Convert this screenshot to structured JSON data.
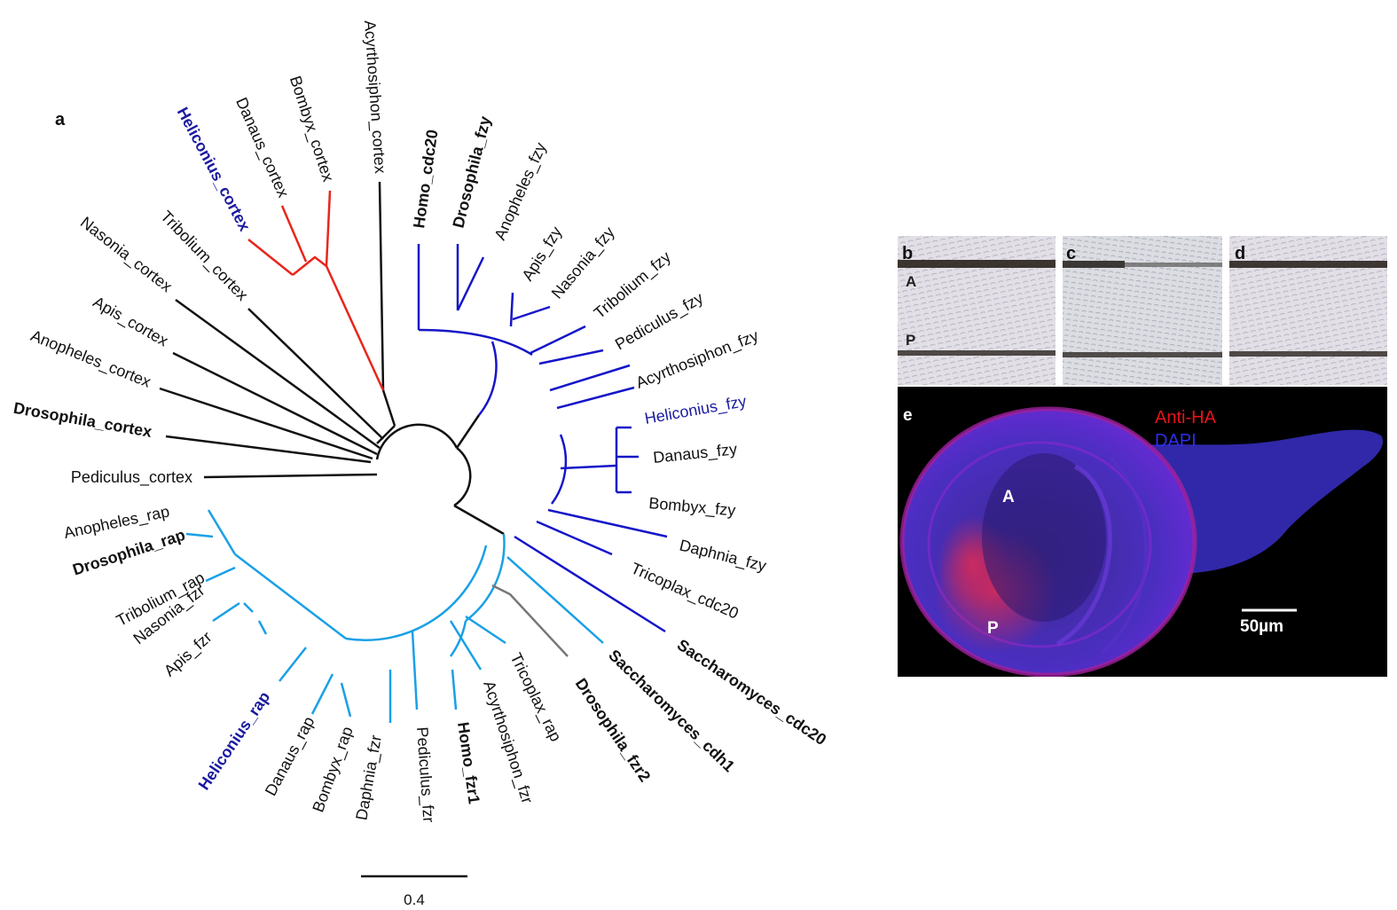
{
  "panels": {
    "a": "a",
    "b": "b",
    "c": "c",
    "d": "d",
    "e": "e"
  },
  "tree": {
    "scale_bar_label": "0.4",
    "clade_colors": {
      "cortex": "#111111",
      "lepidoptera_cortex": "#e8261c",
      "fzy": "#1515c8",
      "rap": "#1aa0e6",
      "fzr2": "#777777"
    },
    "leaves": [
      {
        "id": "heliconius_cortex",
        "label": "Heliconius_cortex",
        "color": "#1a1aa0",
        "bold": true
      },
      {
        "id": "danaus_cortex",
        "label": "Danaus_cortex",
        "color": "#111111",
        "bold": false
      },
      {
        "id": "bombyx_cortex",
        "label": "Bombyx_cortex",
        "color": "#111111",
        "bold": false
      },
      {
        "id": "acyrthosiphon_cortex",
        "label": "Acyrthosiphon_cortex",
        "color": "#111111",
        "bold": false
      },
      {
        "id": "tribolium_cortex",
        "label": "Tribolium_cortex",
        "color": "#111111",
        "bold": false
      },
      {
        "id": "nasonia_cortex",
        "label": "Nasonia_cortex",
        "color": "#111111",
        "bold": false
      },
      {
        "id": "apis_cortex",
        "label": "Apis_cortex",
        "color": "#111111",
        "bold": false
      },
      {
        "id": "anopheles_cortex",
        "label": "Anopheles_cortex",
        "color": "#111111",
        "bold": false
      },
      {
        "id": "drosophila_cortex",
        "label": "Drosophila_cortex",
        "color": "#111111",
        "bold": true
      },
      {
        "id": "pediculus_cortex",
        "label": "Pediculus_cortex",
        "color": "#111111",
        "bold": false
      },
      {
        "id": "homo_cdc20",
        "label": "Homo_cdc20",
        "color": "#111111",
        "bold": true
      },
      {
        "id": "drosophila_fzy",
        "label": "Drosophila_fzy",
        "color": "#111111",
        "bold": true
      },
      {
        "id": "anopheles_fzy",
        "label": "Anopheles_fzy",
        "color": "#111111",
        "bold": false
      },
      {
        "id": "apis_fzy",
        "label": "Apis_fzy",
        "color": "#111111",
        "bold": false
      },
      {
        "id": "nasonia_fzy",
        "label": "Nasonia_fzy",
        "color": "#111111",
        "bold": false
      },
      {
        "id": "tribolium_fzy",
        "label": "Tribolium_fzy",
        "color": "#111111",
        "bold": false
      },
      {
        "id": "pediculus_fzy",
        "label": "Pediculus_fzy",
        "color": "#111111",
        "bold": false
      },
      {
        "id": "acyrthosiphon_fzy",
        "label": "Acyrthosiphon_fzy",
        "color": "#111111",
        "bold": false
      },
      {
        "id": "heliconius_fzy",
        "label": "Heliconius_fzy",
        "color": "#1a1aa0",
        "bold": false
      },
      {
        "id": "danaus_fzy",
        "label": "Danaus_fzy",
        "color": "#111111",
        "bold": false
      },
      {
        "id": "bombyx_fzy",
        "label": "Bombyx_fzy",
        "color": "#111111",
        "bold": false
      },
      {
        "id": "daphnia_fzy",
        "label": "Daphnia_fzy",
        "color": "#111111",
        "bold": false
      },
      {
        "id": "tricoplax_cdc20",
        "label": "Tricoplax_cdc20",
        "color": "#111111",
        "bold": false
      },
      {
        "id": "saccharomyces_cdc20",
        "label": "Saccharomyces_cdc20",
        "color": "#111111",
        "bold": true
      },
      {
        "id": "saccharomyces_cdh1",
        "label": "Saccharomyces_cdh1",
        "color": "#111111",
        "bold": true
      },
      {
        "id": "drosophila_fzr2",
        "label": "Drosophila_fzr2",
        "color": "#111111",
        "bold": true
      },
      {
        "id": "tricoplax_rap",
        "label": "Tricoplax_rap",
        "color": "#111111",
        "bold": false
      },
      {
        "id": "acyrthosiphon_fzr",
        "label": "Acyrthosiphon_fzr",
        "color": "#111111",
        "bold": false
      },
      {
        "id": "homo_fzr1",
        "label": "Homo_fzr1",
        "color": "#111111",
        "bold": true
      },
      {
        "id": "pediculus_fzr",
        "label": "Pediculus_fzr",
        "color": "#111111",
        "bold": false
      },
      {
        "id": "daphnia_fzr",
        "label": "Daphnia_fzr",
        "color": "#111111",
        "bold": false
      },
      {
        "id": "bombyx_rap",
        "label": "Bombyx_rap",
        "color": "#111111",
        "bold": false
      },
      {
        "id": "danaus_rap",
        "label": "Danaus_rap",
        "color": "#111111",
        "bold": false
      },
      {
        "id": "heliconius_rap",
        "label": "Heliconius_rap",
        "color": "#1a1aa0",
        "bold": true
      },
      {
        "id": "apis_fzr",
        "label": "Apis_fzr",
        "color": "#111111",
        "bold": false
      },
      {
        "id": "nasonia_fzr",
        "label": "Nasonia_fzr",
        "color": "#111111",
        "bold": false
      },
      {
        "id": "tribolium_rap",
        "label": "Tribolium_rap",
        "color": "#111111",
        "bold": false
      },
      {
        "id": "drosophila_rap",
        "label": "Drosophila_rap",
        "color": "#111111",
        "bold": true
      },
      {
        "id": "anopheles_rap",
        "label": "Anopheles_rap",
        "color": "#111111",
        "bold": false
      }
    ]
  },
  "micrographs": {
    "wing_labels": {
      "anterior": "A",
      "posterior": "P"
    },
    "disc_labels": {
      "anterior": "A",
      "posterior": "P"
    },
    "stain_1": "Anti-HA",
    "stain_1_color": "#e8121c",
    "stain_2": "DAPI",
    "stain_2_color": "#2d2df0",
    "scale_label": "50µm"
  }
}
